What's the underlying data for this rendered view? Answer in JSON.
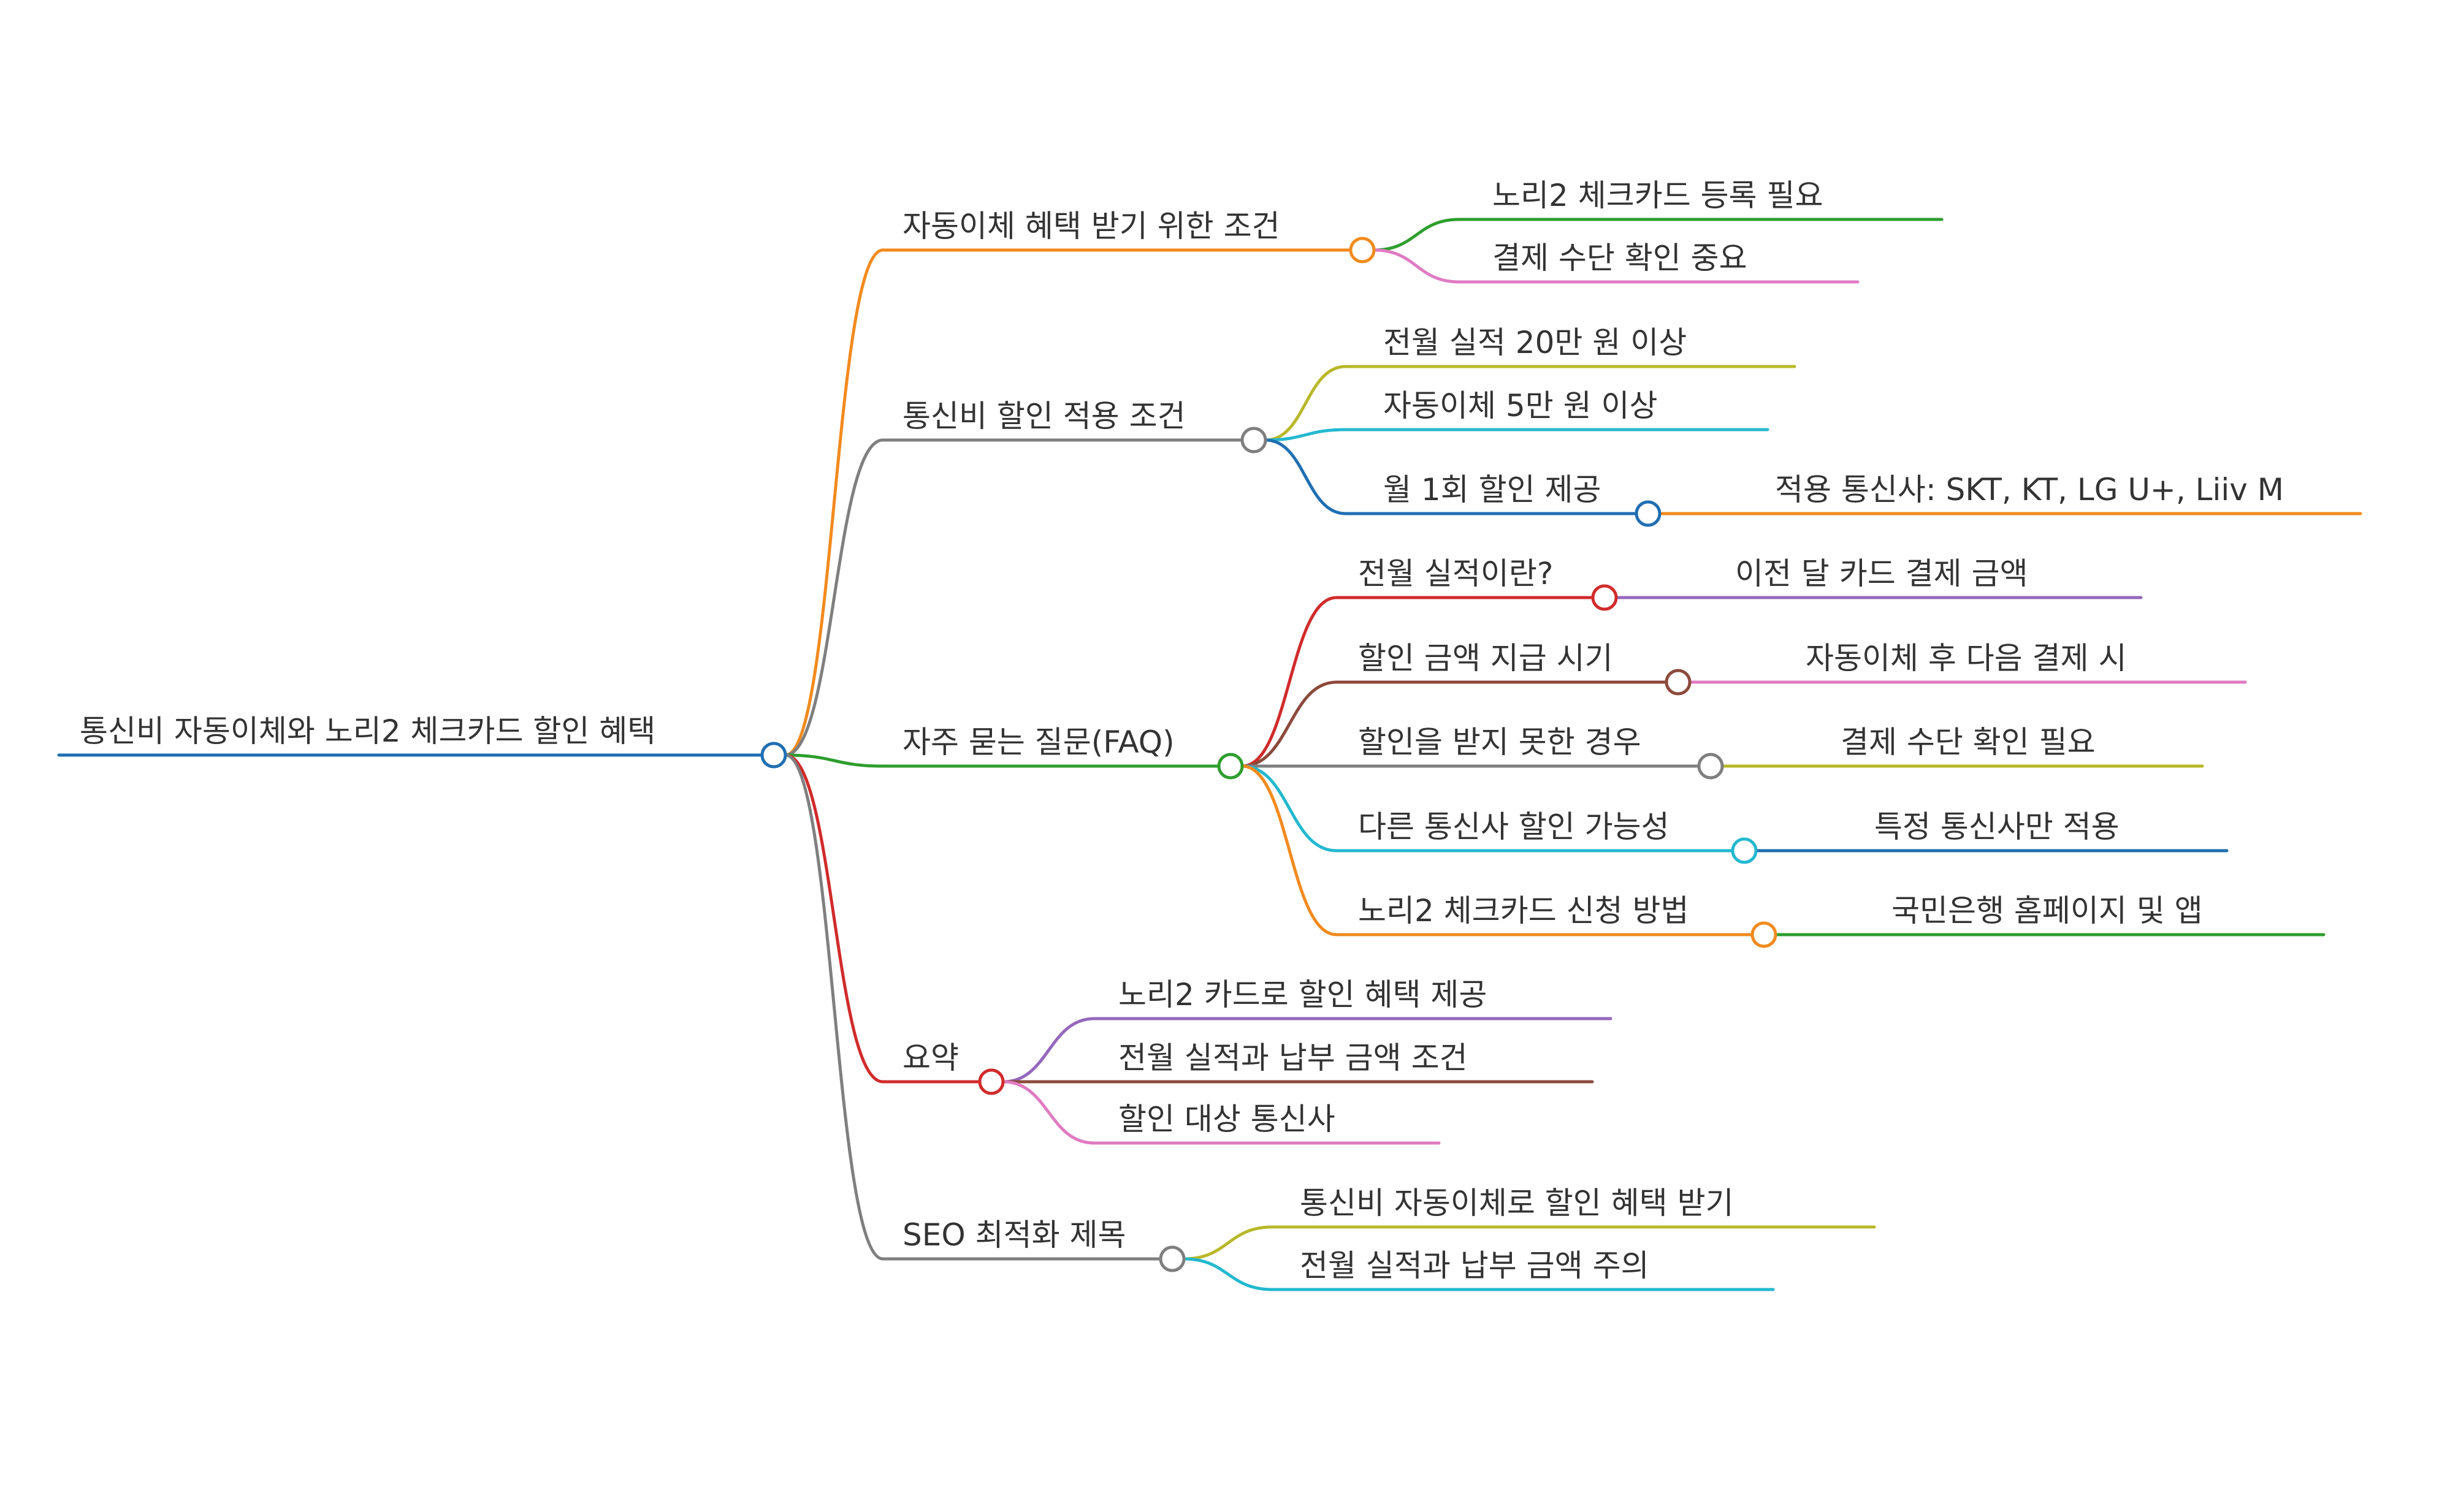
{
  "root": {
    "label": "통신비 자동이체와 노리2 체크카드 할인 혜택",
    "color": "#1f6fb2"
  },
  "branches": [
    {
      "label": "자동이체 혜택 받기 위한 조건",
      "color": "#f28a1e",
      "children": [
        {
          "label": "노리2 체크카드 등록 필요",
          "color": "#2e9e2e"
        },
        {
          "label": "결제 수단 확인 중요",
          "color": "#e07bc2"
        }
      ]
    },
    {
      "label": "통신비 할인 적용 조건",
      "color": "#7f7f7f",
      "children": [
        {
          "label": "전월 실적 20만 원 이상",
          "color": "#b8b82a"
        },
        {
          "label": "자동이체 5만 원 이상",
          "color": "#23b8cf"
        },
        {
          "label": "월 1회 할인 제공",
          "color": "#1f6fb2",
          "children": [
            {
              "label": "적용 통신사: SKT, KT, LG U+, Liiv M",
              "color": "#f28a1e"
            }
          ]
        }
      ]
    },
    {
      "label": "자주 묻는 질문(FAQ)",
      "color": "#2e9e2e",
      "children": [
        {
          "label": "전월 실적이란?",
          "color": "#d12b2b",
          "children": [
            {
              "label": "이전 달 카드 결제 금액",
              "color": "#9467bd"
            }
          ]
        },
        {
          "label": "할인 금액 지급 시기",
          "color": "#8c4a3c",
          "children": [
            {
              "label": "자동이체 후 다음 결제 시",
              "color": "#e07bc2"
            }
          ]
        },
        {
          "label": "할인을 받지 못한 경우",
          "color": "#7f7f7f",
          "children": [
            {
              "label": "결제 수단 확인 필요",
              "color": "#b8b82a"
            }
          ]
        },
        {
          "label": "다른 통신사 할인 가능성",
          "color": "#23b8cf",
          "children": [
            {
              "label": "특정 통신사만 적용",
              "color": "#1f6fb2"
            }
          ]
        },
        {
          "label": "노리2 체크카드 신청 방법",
          "color": "#f28a1e",
          "children": [
            {
              "label": "국민은행 홈페이지 및 앱",
              "color": "#2e9e2e"
            }
          ]
        }
      ]
    },
    {
      "label": "요약",
      "color": "#d12b2b",
      "children": [
        {
          "label": "노리2 카드로 할인 혜택 제공",
          "color": "#9467bd"
        },
        {
          "label": "전월 실적과 납부 금액 조건",
          "color": "#8c4a3c"
        },
        {
          "label": "할인 대상 통신사",
          "color": "#e07bc2"
        }
      ]
    },
    {
      "label": "SEO 최적화 제목",
      "color": "#7f7f7f",
      "children": [
        {
          "label": "통신비 자동이체로 할인 혜택 받기",
          "color": "#b8b82a"
        },
        {
          "label": "전월 실적과 납부 금액 주의",
          "color": "#23b8cf"
        }
      ]
    }
  ]
}
